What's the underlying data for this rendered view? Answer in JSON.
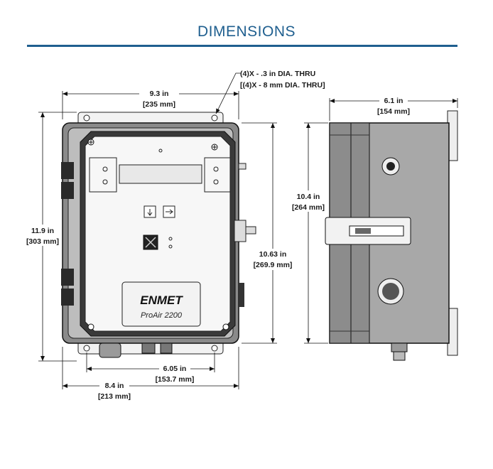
{
  "title": "DIMENSIONS",
  "hole_note": {
    "line1": "(4)X - .3 in DIA. THRU",
    "line2": "[(4)X - 8 mm DIA. THRU]"
  },
  "front_view": {
    "width_top": {
      "in": "9.3 in",
      "mm": "[235 mm]"
    },
    "height_left": {
      "in": "11.9 in",
      "mm": "[303 mm]"
    },
    "height_right": {
      "in": "10.63 in",
      "mm": "[269.9 mm]"
    },
    "fitting_spacing": {
      "in": "6.05 in",
      "mm": "[153.7 mm]"
    },
    "width_bottom": {
      "in": "8.4 in",
      "mm": "[213 mm]"
    },
    "brand": "ENMET",
    "model": "ProAir 2200"
  },
  "side_view": {
    "depth": {
      "in": "6.1 in",
      "mm": "[154 mm]"
    },
    "height": {
      "in": "10.4 in",
      "mm": "[264 mm]"
    }
  }
}
